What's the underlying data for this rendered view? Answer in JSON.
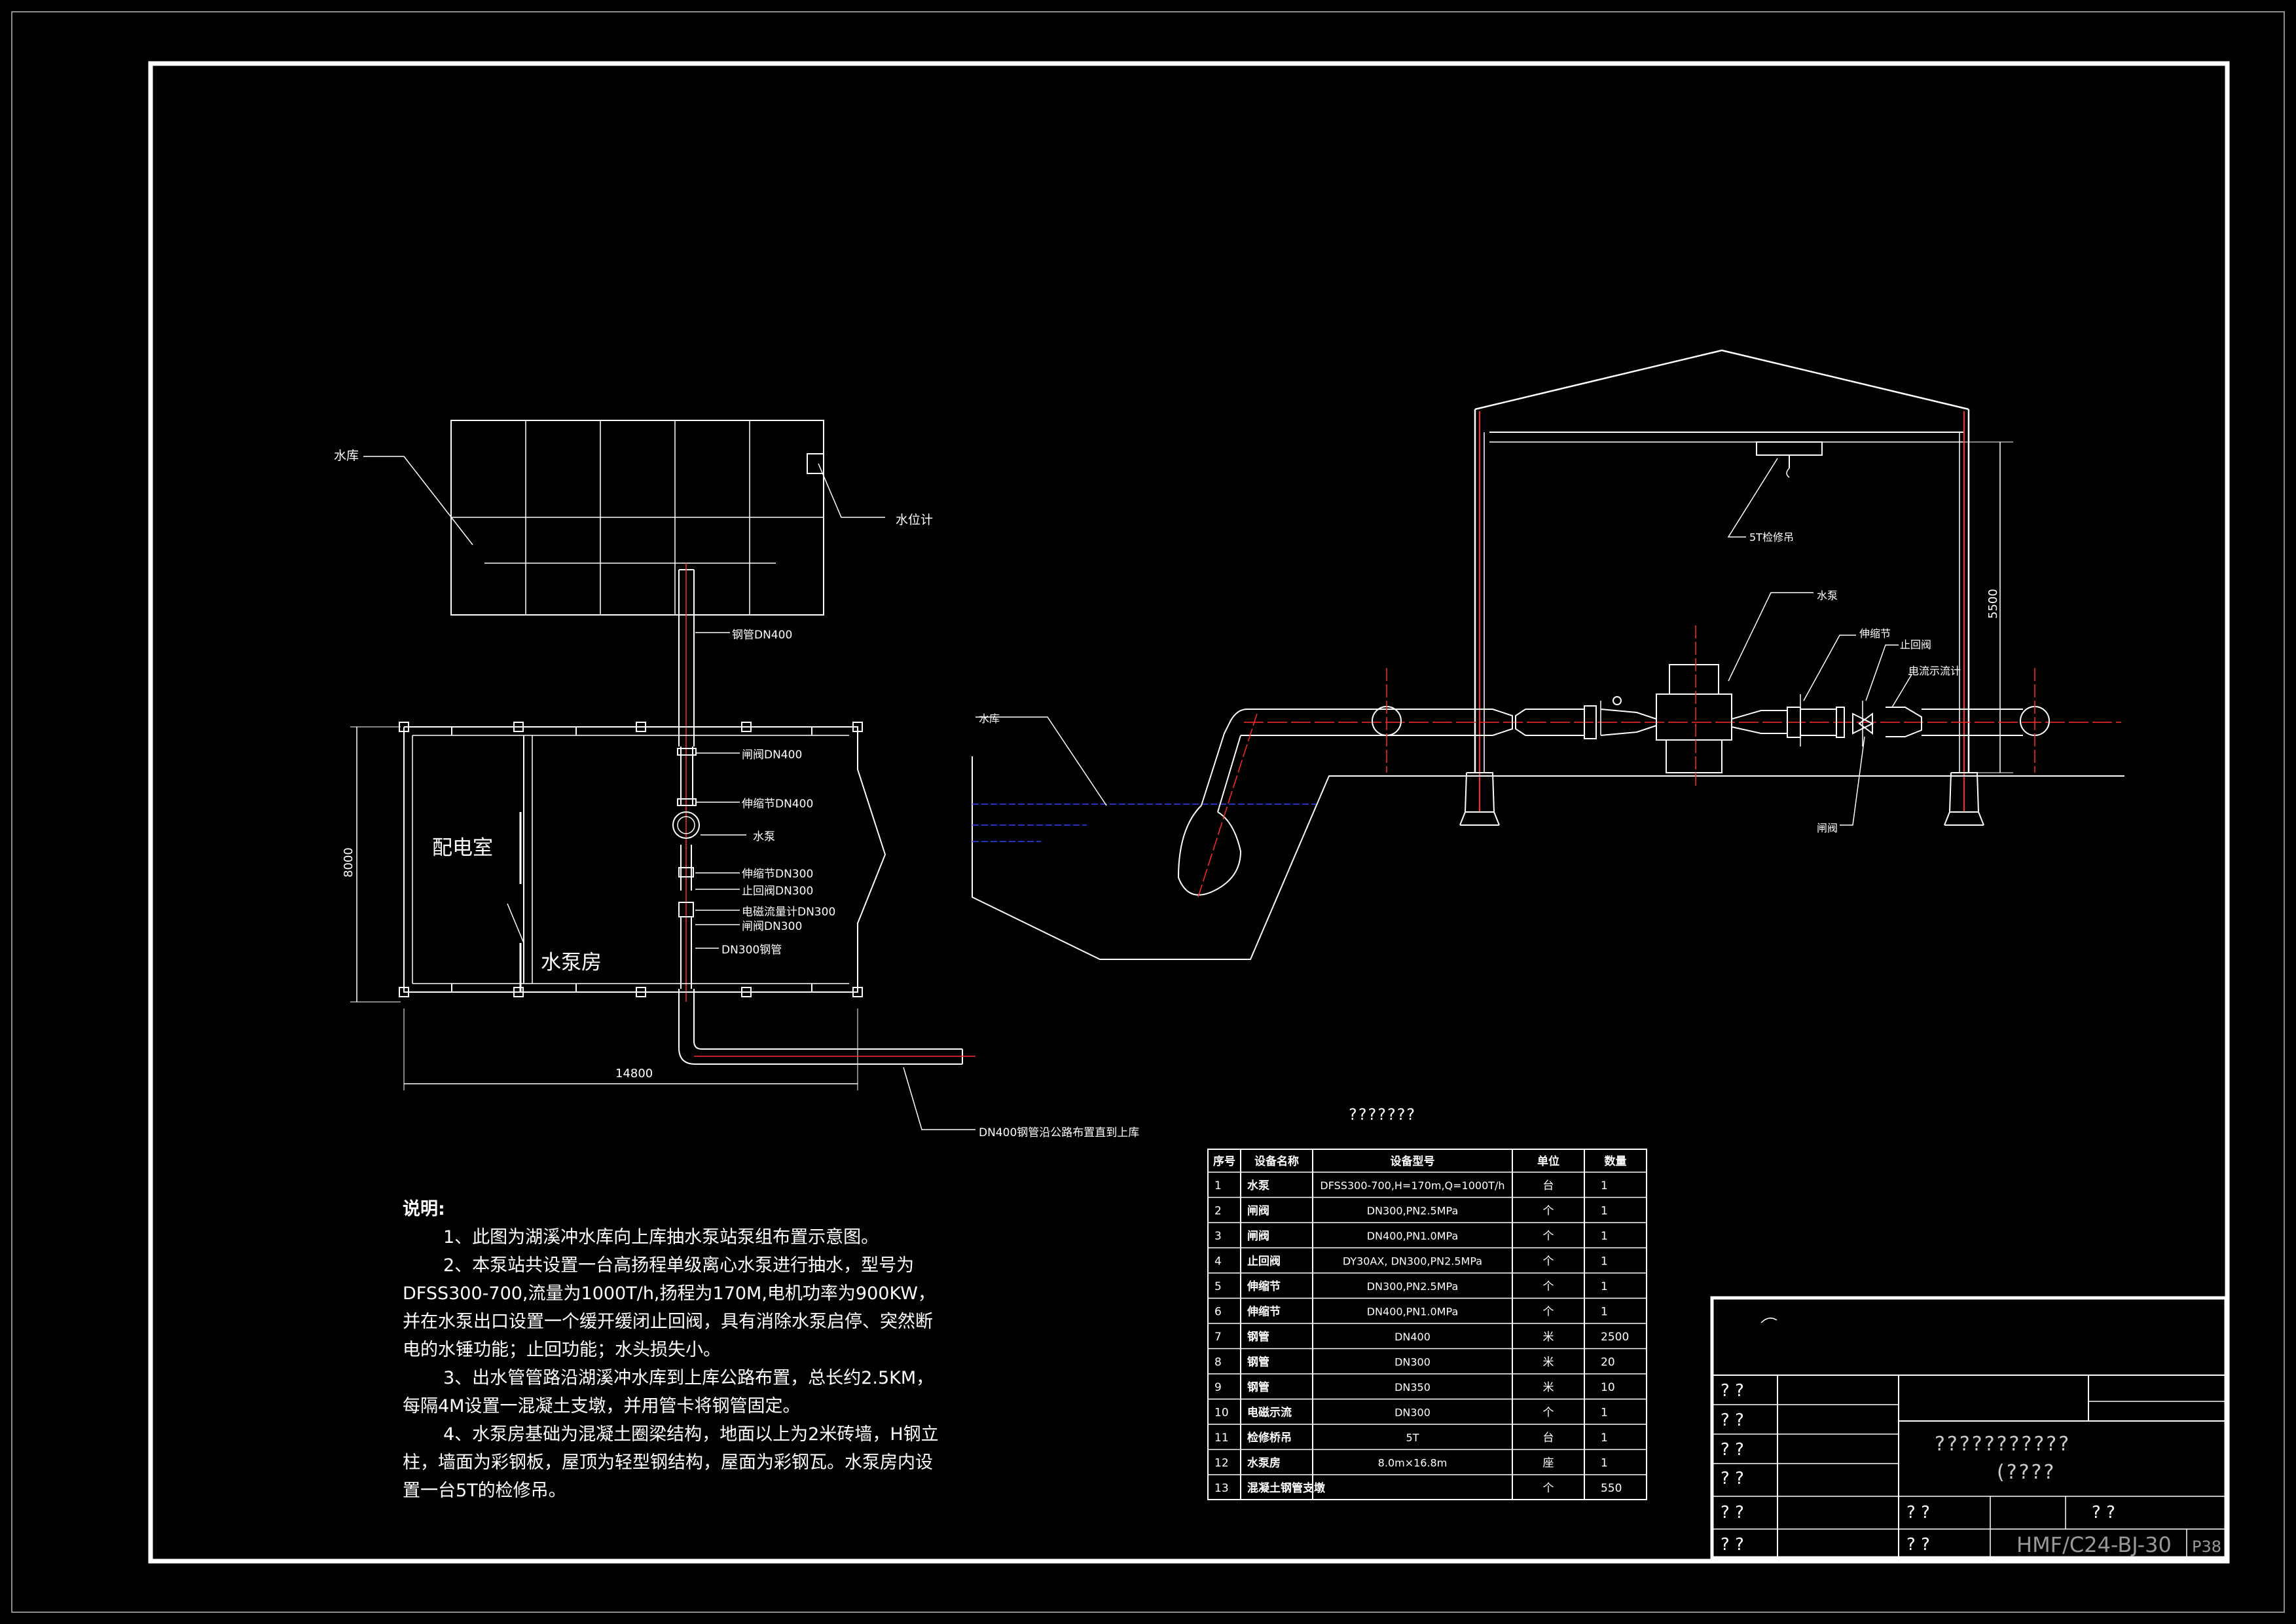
{
  "plan": {
    "reservoir": "水库",
    "level_meter": "水位计",
    "steel_pipe": "钢管DN400",
    "gate_valve_dn400": "闸阀DN400",
    "expansion_dn400": "伸缩节DN400",
    "pump": "水泵",
    "expansion_dn300": "伸缩节DN300",
    "check_valve": "止回阀DN300",
    "flowmeter": "电磁流量计DN300",
    "gate_valve_dn300": "闸阀DN300",
    "dn300_pipe": "DN300钢管",
    "distribution_room": "配电室",
    "pump_room": "水泵房",
    "dim_8000": "8000",
    "dim_14800": "14800",
    "road_pipe": "DN400钢管沿公路布置直到上库"
  },
  "section": {
    "reservoir": "水库",
    "hoist": "5T检修吊",
    "pump": "水泵",
    "expansion": "伸缩节",
    "check_valve": "止回阀",
    "flowmeter": "电流示流计",
    "gate_valve": "闸阀",
    "dim_5500": "5500"
  },
  "table": {
    "title": "???????",
    "headers": [
      "序号",
      "设备名称",
      "设备型号",
      "单位",
      "数量"
    ],
    "rows": [
      [
        "1",
        "水泵",
        "DFSS300-700,H=170m,Q=1000T/h",
        "台",
        "1"
      ],
      [
        "2",
        "闸阀",
        "DN300,PN2.5MPa",
        "个",
        "1"
      ],
      [
        "3",
        "闸阀",
        "DN400,PN1.0MPa",
        "个",
        "1"
      ],
      [
        "4",
        "止回阀",
        "DY30AX, DN300,PN2.5MPa",
        "个",
        "1"
      ],
      [
        "5",
        "伸缩节",
        "DN300,PN2.5MPa",
        "个",
        "1"
      ],
      [
        "6",
        "伸缩节",
        "DN400,PN1.0MPa",
        "个",
        "1"
      ],
      [
        "7",
        "钢管",
        "DN400",
        "米",
        "2500"
      ],
      [
        "8",
        "钢管",
        "DN300",
        "米",
        "20"
      ],
      [
        "9",
        "钢管",
        "DN350",
        "米",
        "10"
      ],
      [
        "10",
        "电磁示流",
        "DN300",
        "个",
        "1"
      ],
      [
        "11",
        "检修桥吊",
        "5T",
        "台",
        "1"
      ],
      [
        "12",
        "水泵房",
        "8.0m×16.8m",
        "座",
        "1"
      ],
      [
        "13",
        "混凝土钢管支墩",
        "",
        "个",
        "550"
      ]
    ]
  },
  "notes": {
    "heading": "说明:",
    "n1": "1、此图为湖溪冲水库向上库抽水泵站泵组布置示意图。",
    "n2": "2、本泵站共设置一台高扬程单级离心水泵进行抽水，型号为DFSS300-700,流量为1000T/h,扬程为170M,电机功率为900KW，并在水泵出口设置一个缓开缓闭止回阀，具有消除水泵启停、突然断电的水锤功能；止回功能；水头损失小。",
    "n3": "3、出水管管路沿湖溪冲水库到上库公路布置，总长约2.5KM，每隔4M设置一混凝土支墩，并用管卡将钢管固定。",
    "n4": "4、水泵房基础为混凝土圈梁结构，地面以上为2米砖墙，H钢立柱，墙面为彩钢板，屋顶为轻型钢结构，屋面为彩钢瓦。水泵房内设置一台5T的检修吊。"
  },
  "titleblock": {
    "q": "? ?",
    "name1": "???????????",
    "name2": "(????",
    "code": "HMF/C24-BJ-30",
    "page": "P38"
  },
  "colors": {
    "line": "#ffffff",
    "pipe_center": "#ff2a2a",
    "water": "#3344ff",
    "background": "#000000"
  }
}
